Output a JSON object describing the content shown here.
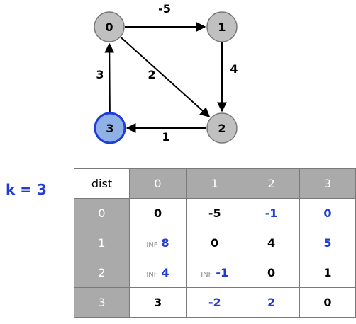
{
  "graph": {
    "nodes": [
      {
        "id": "0",
        "highlighted": false
      },
      {
        "id": "1",
        "highlighted": false
      },
      {
        "id": "2",
        "highlighted": false
      },
      {
        "id": "3",
        "highlighted": true
      }
    ],
    "edges": [
      {
        "from": "0",
        "to": "1",
        "weight": "-5"
      },
      {
        "from": "1",
        "to": "2",
        "weight": "4"
      },
      {
        "from": "0",
        "to": "2",
        "weight": "2"
      },
      {
        "from": "2",
        "to": "3",
        "weight": "1"
      },
      {
        "from": "3",
        "to": "0",
        "weight": "3"
      }
    ],
    "colors": {
      "node_fill": "#c0c0c0",
      "highlight_fill": "#8fb1e6",
      "highlight_stroke": "#1f3cd6"
    }
  },
  "k_label": "k = 3",
  "table": {
    "corner": "dist",
    "col_headers": [
      "0",
      "1",
      "2",
      "3"
    ],
    "row_headers": [
      "0",
      "1",
      "2",
      "3"
    ],
    "inf_text": "INF",
    "rows": [
      [
        {
          "value": "0",
          "color": "black"
        },
        {
          "value": "-5",
          "color": "black"
        },
        {
          "value": "-1",
          "color": "blue"
        },
        {
          "value": "0",
          "color": "blue"
        }
      ],
      [
        {
          "value": "8",
          "color": "blue",
          "prev": "INF"
        },
        {
          "value": "0",
          "color": "black"
        },
        {
          "value": "4",
          "color": "black"
        },
        {
          "value": "5",
          "color": "blue"
        }
      ],
      [
        {
          "value": "4",
          "color": "blue",
          "prev": "INF"
        },
        {
          "value": "-1",
          "color": "blue",
          "prev": "INF"
        },
        {
          "value": "0",
          "color": "black"
        },
        {
          "value": "1",
          "color": "black"
        }
      ],
      [
        {
          "value": "3",
          "color": "black"
        },
        {
          "value": "-2",
          "color": "blue"
        },
        {
          "value": "2",
          "color": "blue"
        },
        {
          "value": "0",
          "color": "black"
        }
      ]
    ]
  }
}
